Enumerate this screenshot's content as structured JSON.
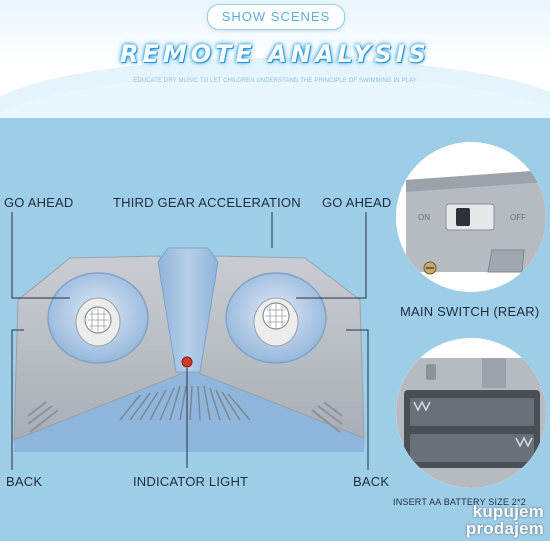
{
  "header": {
    "pill_label": "SHOW SCENES",
    "title": "REMOTE ANALYSIS",
    "subtitle": "EDUCATE DRY MUSIC TO LET CHILDREN UNDERSTAND THE PRINCIPLE OF SWIMMING IN PLAY"
  },
  "labels": {
    "go_ahead_left": "GO AHEAD",
    "third_gear": "THIRD GEAR ACCELERATION",
    "go_ahead_right": "GO AHEAD",
    "main_switch": "MAIN SWITCH (REAR)",
    "back_left": "BACK",
    "indicator_light": "INDICATOR LIGHT",
    "back_right": "BACK",
    "battery": "INSERT AA BATTERY SIZE 2*2"
  },
  "switch_marks": {
    "on": "ON",
    "off": "OFF"
  },
  "watermark": {
    "line1": "kupujem",
    "line2": "prodajem"
  },
  "colors": {
    "panel": "#9ecde8",
    "title_glow": "#1a8fd6",
    "device_body": "#b9bec6",
    "device_accent": "#8eb6dc"
  }
}
